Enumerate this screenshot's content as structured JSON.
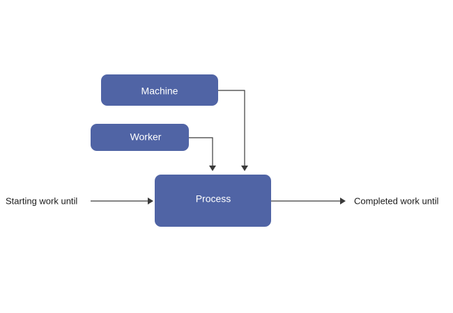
{
  "nodes": {
    "machine": "Machine",
    "worker": "Worker",
    "process": "Process"
  },
  "input_label": "Starting work until",
  "output_label": "Completed work until",
  "colors": {
    "node_fill": "#5064a5",
    "node_text": "#ffffff",
    "connector": "#3a3a3a",
    "label_text": "#1a1a1a"
  }
}
